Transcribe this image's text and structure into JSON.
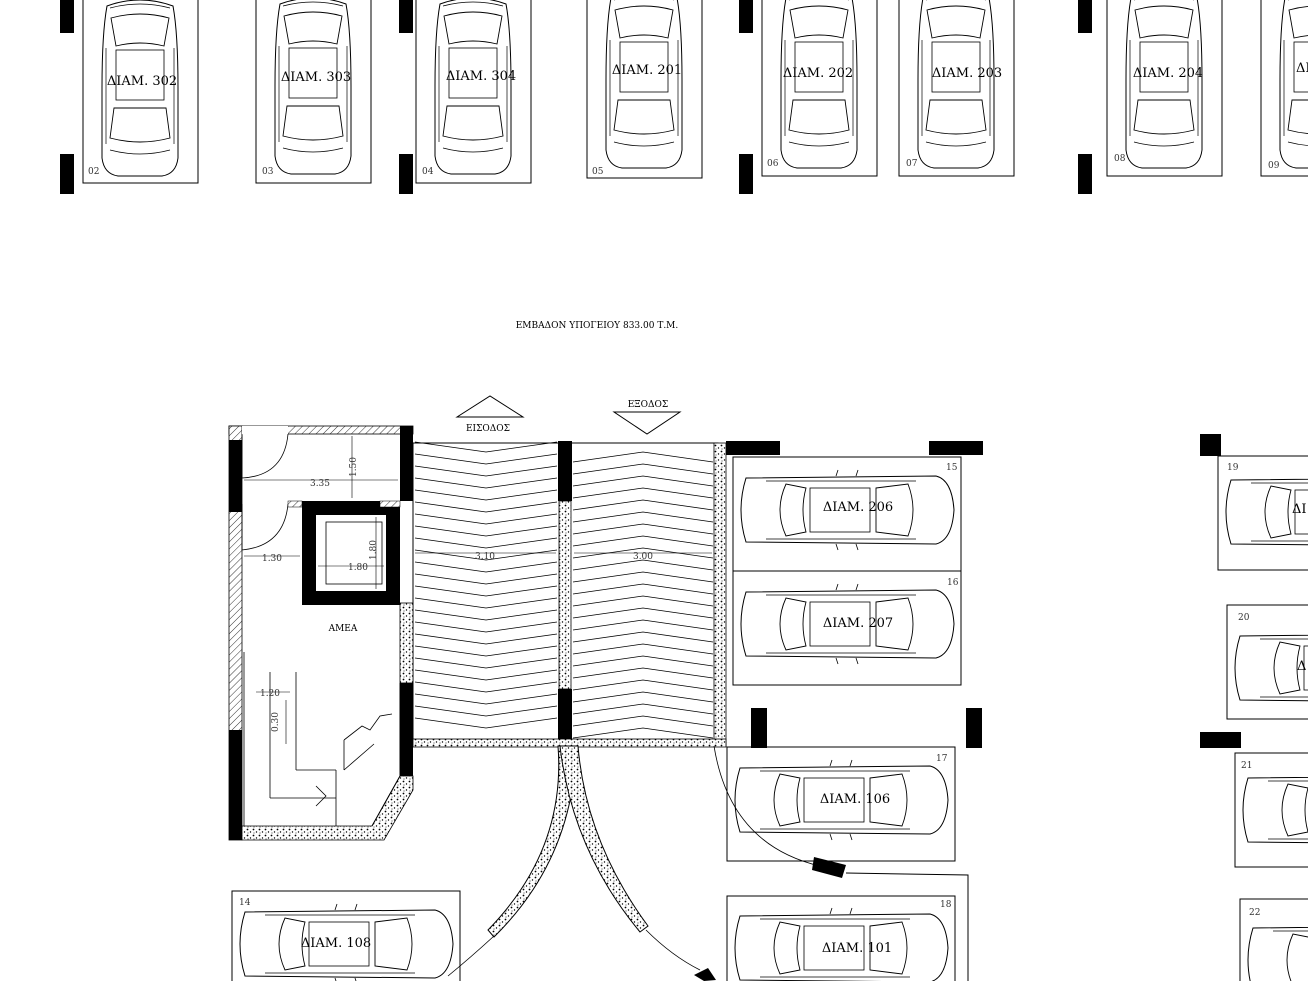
{
  "drawing": {
    "area_note": "ΕΜΒΑΔΟΝ ΥΠΟΓΕΙΟΥ 833.00 Τ.Μ.",
    "entrance_label": "ΕΙΣΟΔΟΣ",
    "exit_label": "ΕΞΟΔΟΣ",
    "disabled_label": "ΑΜΕΑ"
  },
  "top_spaces": [
    {
      "num": "02",
      "label": "ΔΙΑΜ. 302"
    },
    {
      "num": "03",
      "label": "ΔΙΑΜ. 303"
    },
    {
      "num": "04",
      "label": "ΔΙΑΜ. 304"
    },
    {
      "num": "05",
      "label": "ΔΙΑΜ. 201"
    },
    {
      "num": "06",
      "label": "ΔΙΑΜ. 202"
    },
    {
      "num": "07",
      "label": "ΔΙΑΜ. 203"
    },
    {
      "num": "08",
      "label": "ΔΙΑΜ. 204"
    },
    {
      "num": "09",
      "label": "ΔΙΑΜ."
    }
  ],
  "side_spaces": [
    {
      "num": "14",
      "label": "ΔΙΑΜ. 108"
    },
    {
      "num": "15",
      "label": "ΔΙΑΜ. 206"
    },
    {
      "num": "16",
      "label": "ΔΙΑΜ. 207"
    },
    {
      "num": "17",
      "label": "ΔΙΑΜ. 106"
    },
    {
      "num": "18",
      "label": "ΔΙΑΜ. 101"
    },
    {
      "num": "19",
      "label": "ΔΙ"
    },
    {
      "num": "20",
      "label": "Δ"
    },
    {
      "num": "21",
      "label": ""
    },
    {
      "num": "22",
      "label": ""
    }
  ],
  "dimensions": [
    "3.35",
    "1.50",
    "1.80",
    "1.80",
    "1.30",
    "3.10",
    "3.00",
    "1.20",
    "0.30"
  ]
}
